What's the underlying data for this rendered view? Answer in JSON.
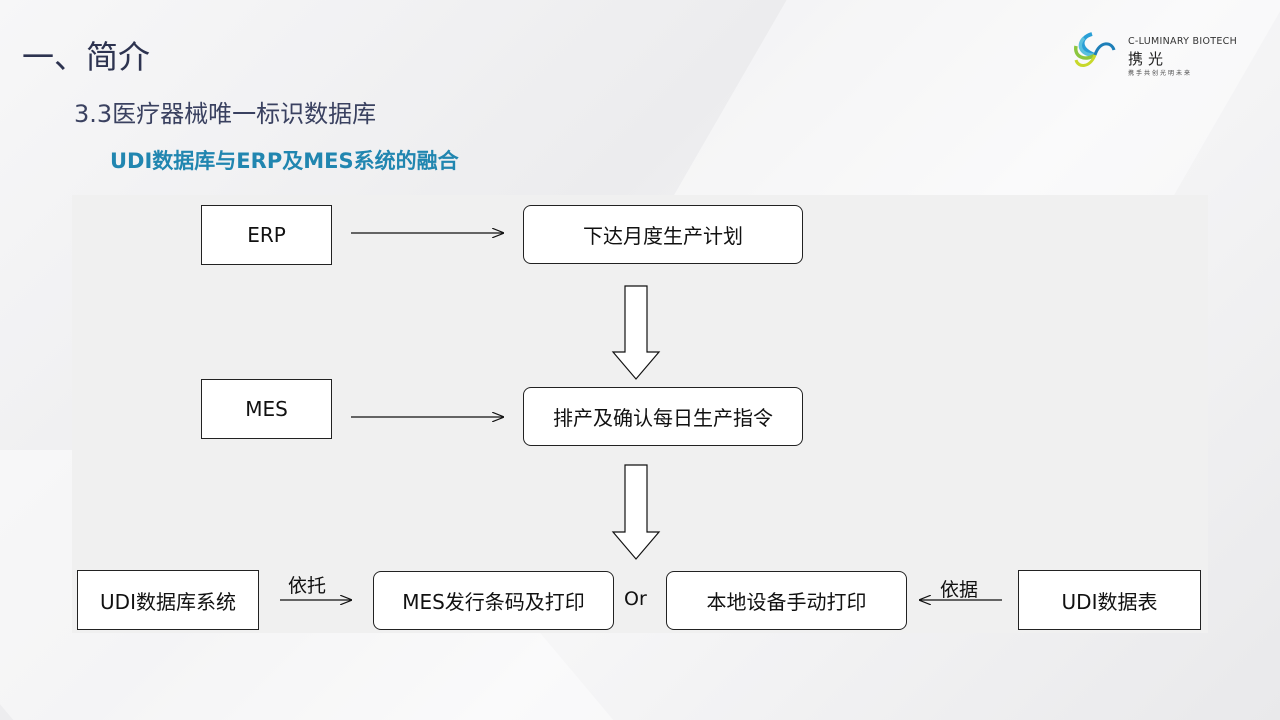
{
  "slide": {
    "title": "一、简介",
    "subtitle": "3.3医疗器械唯一标识数据库",
    "heading": "UDI数据库与ERP及MES系统的融合"
  },
  "logo": {
    "brand_en": "C-LUMINARY BIOTECH",
    "brand_cn": "携光",
    "tagline": "携手共创光明未来"
  },
  "diagram": {
    "nodes": {
      "erp": "ERP",
      "mes": "MES",
      "monthly_plan": "下达月度生产计划",
      "daily_order": "排产及确认每日生产指令",
      "udi_system": "UDI数据库系统",
      "mes_print": "MES发行条码及打印",
      "local_print": "本地设备手动打印",
      "udi_table": "UDI数据表"
    },
    "edge_labels": {
      "rely_on": "依托",
      "based_on": "依据",
      "or": "Or"
    }
  }
}
